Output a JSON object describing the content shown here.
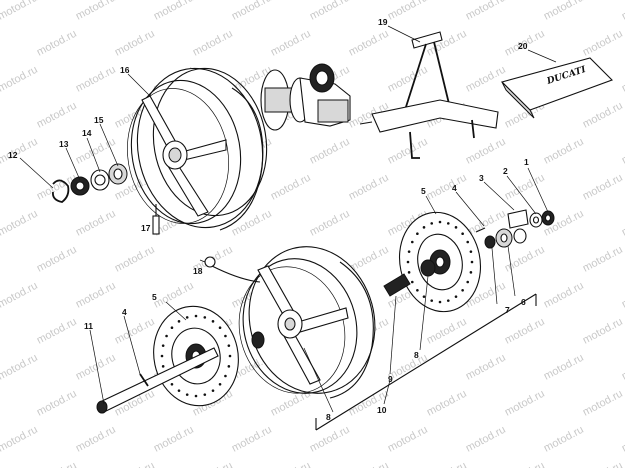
{
  "watermark": "motod.ru",
  "logo_text": "DUCATI",
  "callouts": [
    "1",
    "2",
    "3",
    "4",
    "5",
    "6",
    "7",
    "8",
    "9",
    "10",
    "11",
    "12",
    "13",
    "14",
    "15",
    "16",
    "17",
    "18",
    "19",
    "20"
  ]
}
